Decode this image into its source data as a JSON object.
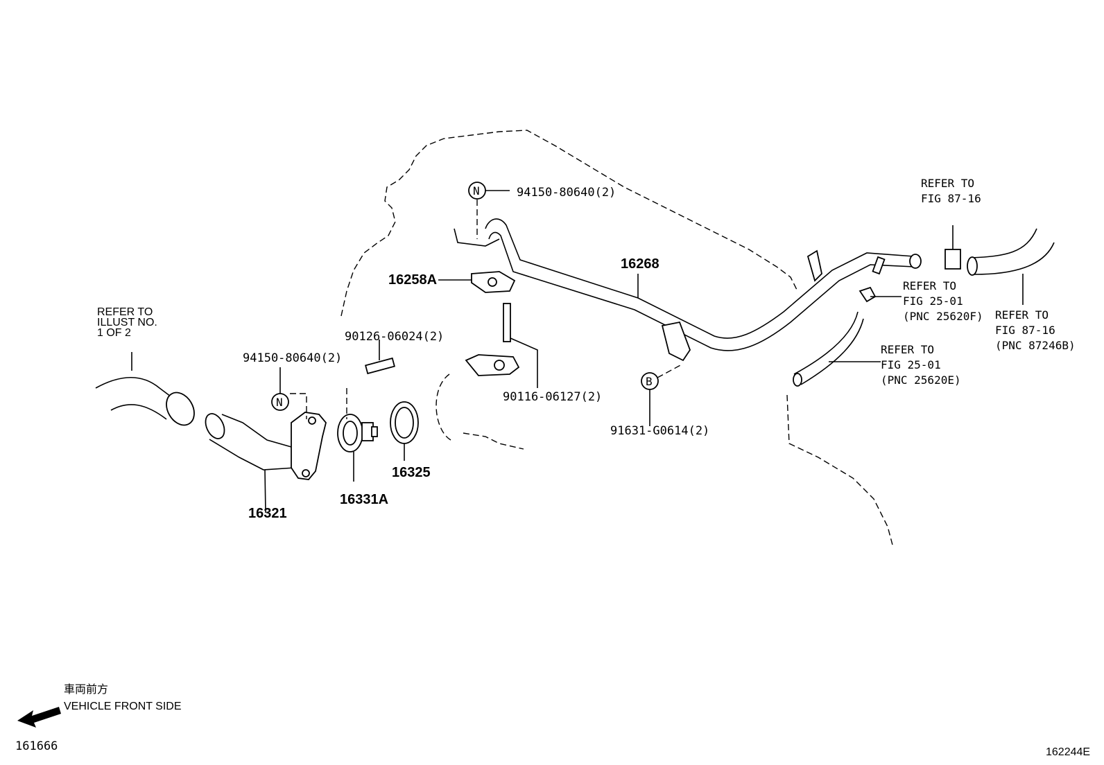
{
  "labels": {
    "p94150_top": "94150-80640(2)",
    "p16268": "16268",
    "p16258A": "16258A",
    "p90126": "90126-06024(2)",
    "p94150_left": "94150-80640(2)",
    "p90116": "90116-06127(2)",
    "p91631": "91631-G0614(2)",
    "p16321": "16321",
    "p16331A": "16331A",
    "p16325": "16325",
    "marker_n": "N",
    "marker_b": "B"
  },
  "refs": {
    "illust": [
      "REFER TO",
      "ILLUST NO.",
      "1 OF 2"
    ],
    "fig87_top": [
      "REFER TO",
      "FIG 87-16"
    ],
    "fig25_f": [
      "REFER TO",
      "FIG 25-01",
      "(PNC 25620F)"
    ],
    "fig87_right": [
      "REFER TO",
      "FIG 87-16",
      "(PNC 87246B)"
    ],
    "fig25_e": [
      "REFER TO",
      "FIG 25-01",
      "(PNC 25620E)"
    ]
  },
  "direction": {
    "jp": "車両前方",
    "en": "VEHICLE FRONT SIDE"
  },
  "footer": {
    "left_code": "161666",
    "right_code": "162244E"
  }
}
